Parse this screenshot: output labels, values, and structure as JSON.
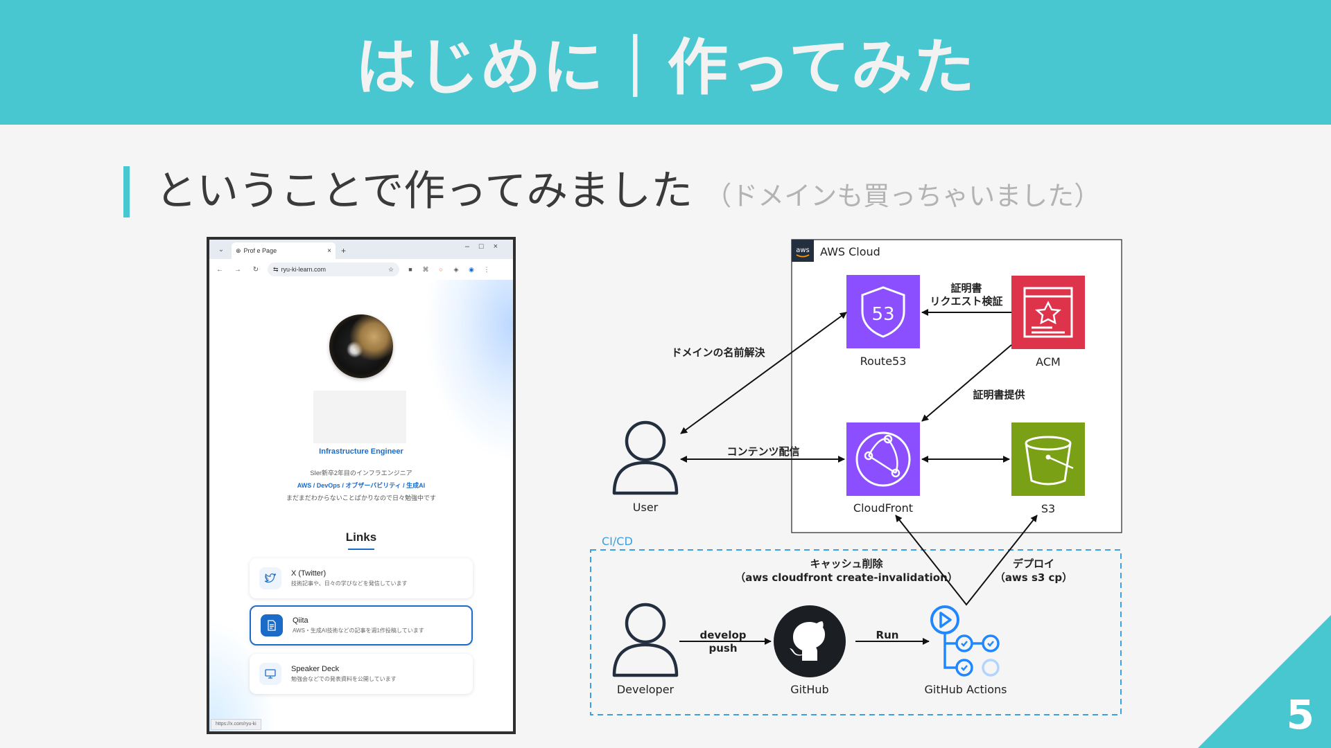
{
  "header": {
    "title": "はじめに｜作ってみた"
  },
  "subtitle": {
    "main": "ということで作ってみました",
    "note": "（ドメインも買っちゃいました）"
  },
  "browser": {
    "tab_title": "Prof e Page",
    "url": "ryu-ki-learn.com",
    "role": "Infrastructure Engineer",
    "bio": [
      "SIer新卒2年目のインフラエンジニア",
      "AWS / DevOps / オブザーバビリティ / 生成AI",
      "まだまだわからないことばかりなので日々勉強中です"
    ],
    "links_heading": "Links",
    "links": [
      {
        "title": "X (Twitter)",
        "desc": "技術記事や、日々の学びなどを発信しています",
        "icon": "twitter-bird-icon"
      },
      {
        "title": "Qiita",
        "desc": "AWS・生成AI技術などの記事を週1作投稿しています",
        "icon": "document-icon"
      },
      {
        "title": "Speaker Deck",
        "desc": "勉強会などでの発表資料を公開しています",
        "icon": "monitor-icon"
      }
    ],
    "status": "https://x.com/ryu-ki"
  },
  "diagram": {
    "aws_logo": "aws",
    "aws_cloud": "AWS Cloud",
    "route53_badge": "53",
    "nodes": {
      "route53": "Route53",
      "acm": "ACM",
      "cloudfront": "CloudFront",
      "s3": "S3",
      "user": "User",
      "developer": "Developer",
      "github": "GitHub",
      "github_actions": "GitHub Actions"
    },
    "edges": {
      "cert_request_1": "証明書",
      "cert_request_2": "リクエスト検証",
      "domain_resolve": "ドメインの名前解決",
      "cert_provide": "証明書提供",
      "content_delivery": "コンテンツ配信",
      "cache_1": "キャッシュ削除",
      "cache_2": "（aws cloudfront create-invalidation）",
      "deploy_1": "デプロイ",
      "deploy_2": "（aws s3 cp）",
      "develop": "develop",
      "push": "push",
      "run": "Run"
    },
    "cicd_label": "CI/CD"
  },
  "page_number": "5",
  "colors": {
    "accent": "#48c7d0",
    "route53": "#8c4fff",
    "acm": "#dd344c",
    "cloudfront": "#8c4fff",
    "s3": "#7aa116",
    "link": "#1b6bc9"
  }
}
